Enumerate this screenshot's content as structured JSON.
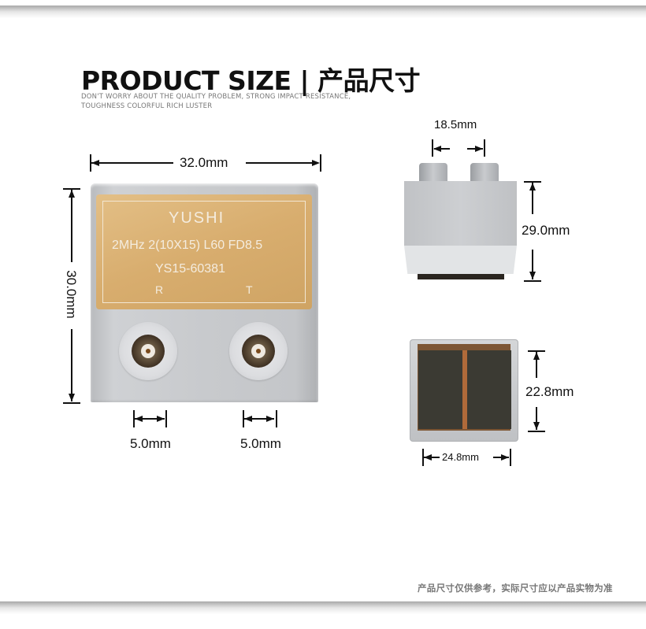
{
  "header": {
    "title": "PRODUCT SIZE | 产品尺寸",
    "subtitle_line1": "DON'T WORRY ABOUT THE QUALITY PROBLEM, STRONG IMPACT RESISTANCE,",
    "subtitle_line2": "TOUGHNESS COLORFUL RICH LUSTER"
  },
  "front_view": {
    "width_label": "32.0mm",
    "height_label": "30.0mm",
    "connector_left_label": "5.0mm",
    "connector_right_label": "5.0mm",
    "plate": {
      "brand": "YUSHI",
      "spec": "2MHz 2(10X15) L60 FD8.5",
      "model": "YS15-60381",
      "left_port": "R",
      "right_port": "T"
    }
  },
  "side_view": {
    "peg_spacing_label": "18.5mm",
    "height_label": "29.0mm"
  },
  "bottom_view": {
    "height_label": "22.8mm",
    "width_label": "24.8mm"
  },
  "footer": {
    "note": "产品尺寸仅供参考，实际尺寸应以产品实物为准"
  },
  "colors": {
    "plate_gold": "#d8ad6e",
    "metal_silver": "#c8cacd",
    "text": "#111111"
  }
}
